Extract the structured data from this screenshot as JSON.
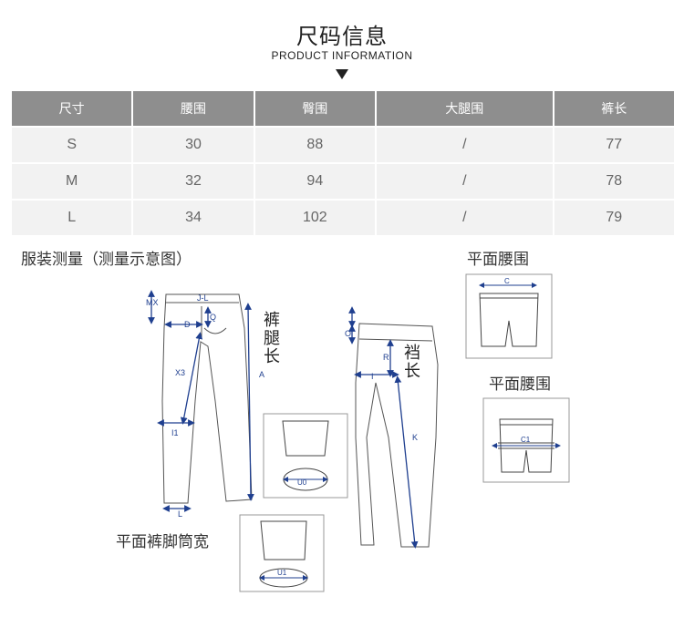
{
  "header": {
    "title": "尺码信息",
    "subtitle": "PRODUCT INFORMATION"
  },
  "size_table": {
    "headers": [
      "尺寸",
      "腰围",
      "臀围",
      "大腿围",
      "裤长"
    ],
    "rows": [
      [
        "S",
        "30",
        "88",
        "/",
        "77"
      ],
      [
        "M",
        "32",
        "94",
        "/",
        "78"
      ],
      [
        "L",
        "34",
        "102",
        "/",
        "79"
      ]
    ]
  },
  "measure": {
    "title": "服装测量（测量示意图）",
    "flat_waist_1": "平面腰围",
    "flat_waist_2": "平面腰围",
    "flat_leg_opening": "平面裤脚筒宽",
    "trouser_leg_length": "裤腿长",
    "crotch_length": "裆长",
    "marks": {
      "mx": "MX",
      "jl": "J-L",
      "d": "D",
      "q": "Q",
      "x3": "X3",
      "a": "A",
      "i1": "I1",
      "l": "L",
      "o": "O",
      "r": "R",
      "i": "I",
      "k": "K",
      "c": "C",
      "c1": "C1",
      "u0": "U0",
      "u1": "U1"
    }
  },
  "colors": {
    "header_bg": "#8e8e8e",
    "row_bg": "#f2f2f2",
    "measure_blue": "#1f3f8f"
  }
}
